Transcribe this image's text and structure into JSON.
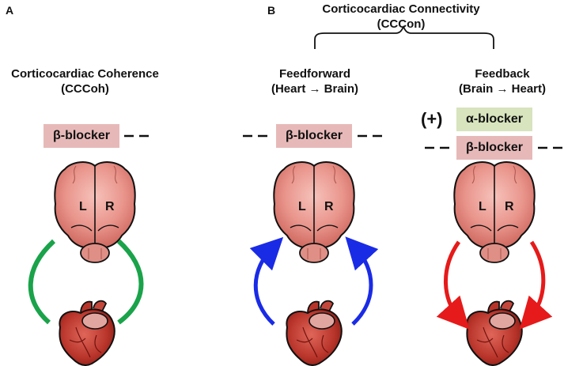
{
  "panel_a": {
    "letter": "A",
    "title_line1": "Corticocardiac Coherence",
    "title_line2": "(CCCoh)",
    "beta_label": "β-blocker"
  },
  "panel_b": {
    "letter": "B",
    "title_line1": "Corticocardiac Connectivity",
    "title_line2": "(CCCon)",
    "feedforward": {
      "title_line1": "Feedforward",
      "title_line2": "(Heart → Brain)",
      "beta_label": "β-blocker"
    },
    "feedback": {
      "title_line1": "Feedback",
      "title_line2": "(Brain → Heart)",
      "plus_label": "(+)",
      "alpha_label": "α-blocker",
      "beta_label": "β-blocker"
    }
  },
  "brain_labels": {
    "left": "L",
    "right": "R"
  },
  "colors": {
    "coherence": "#1aa34a",
    "feedforward": "#1a2be6",
    "feedback": "#e61a1a",
    "beta_box": "#e6b9b8",
    "alpha_box": "#d7e4bd",
    "brain": "#e98f87",
    "heart": "#c0392b"
  }
}
